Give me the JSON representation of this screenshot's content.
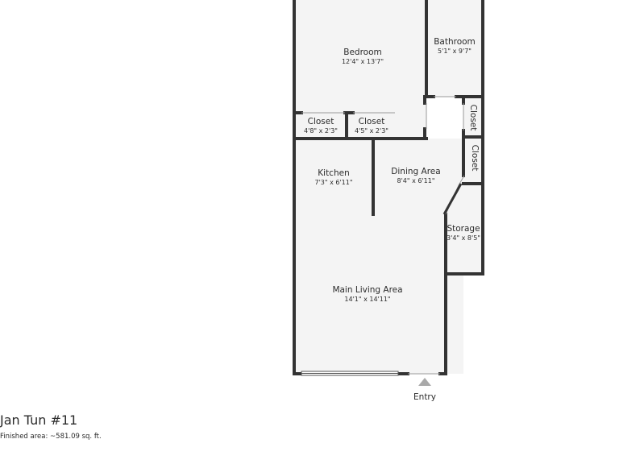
{
  "rooms": {
    "bedroom": {
      "name": "Bedroom",
      "dims": "12'4\" x 13'7\""
    },
    "bathroom": {
      "name": "Bathroom",
      "dims": "5'1\" x 9'7\""
    },
    "closet_left": {
      "name": "Closet",
      "dims": "4'8\" x 2'3\""
    },
    "closet_mid": {
      "name": "Closet",
      "dims": "4'5\" x 2'3\""
    },
    "closet_top": {
      "name": "Closet"
    },
    "closet_low": {
      "name": "Closet"
    },
    "kitchen": {
      "name": "Kitchen",
      "dims": "7'3\" x 6'11\""
    },
    "dining": {
      "name": "Dining Area",
      "dims": "8'4\" x 6'11\""
    },
    "storage": {
      "name": "Storage",
      "dims": "3'4\" x 8'5\""
    },
    "living": {
      "name": "Main Living Area",
      "dims": "14'1\" x 14'11\""
    }
  },
  "entry": {
    "label": "Entry"
  },
  "plan": {
    "title": "Jan Tun #11",
    "area": "Finished area: ~581.09 sq. ft."
  },
  "colors": {
    "wall": "#333333",
    "floor": "#f4f4f4",
    "entry_arrow": "#a9a9a9"
  }
}
